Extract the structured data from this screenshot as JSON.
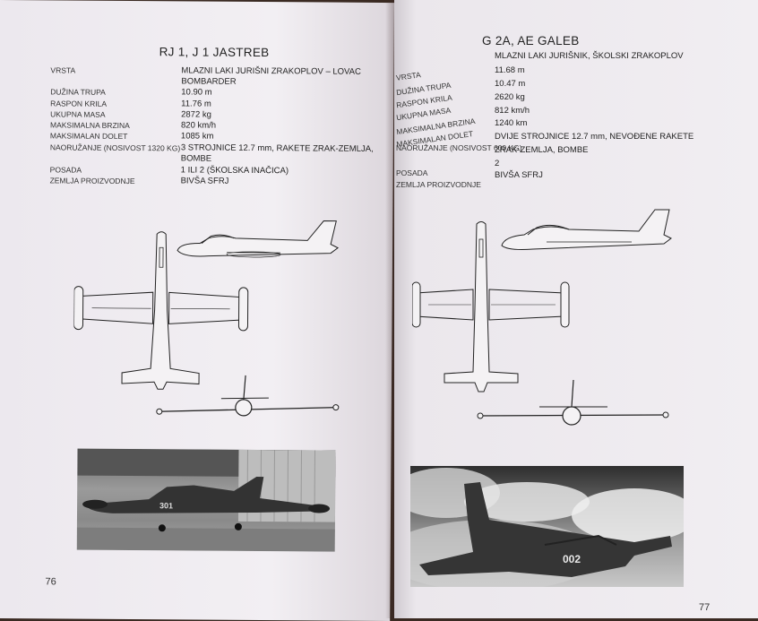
{
  "left_page": {
    "title": "RJ 1, J 1 JASTREB",
    "specs": [
      {
        "label": "VRSTA",
        "value": "MLAZNI LAKI JURIŠNI ZRAKOPLOV – LOVAC"
      },
      {
        "label": "",
        "value": "BOMBARDER"
      },
      {
        "label": "DUŽINA TRUPA",
        "value": "10.90 m"
      },
      {
        "label": "RASPON KRILA",
        "value": "11.76 m"
      },
      {
        "label": "UKUPNA MASA",
        "value": "2872 kg"
      },
      {
        "label": "MAKSIMALNA BRZINA",
        "value": "820 km/h"
      },
      {
        "label": "MAKSIMALAN DOLET",
        "value": "1085 km"
      },
      {
        "label": "NAORUŽANJE (NOSIVOST 1320 kg)",
        "value": "3 STROJNICE 12.7 mm, RAKETE ZRAK-ZEMLJA,"
      },
      {
        "label": "",
        "value": "BOMBE"
      },
      {
        "label": "POSADA",
        "value": "1 ILI 2 (ŠKOLSKA INAČICA)"
      },
      {
        "label": "ZEMLJA PROIZVODNJE",
        "value": "BIVŠA SFRJ"
      }
    ],
    "photo_marking": "301",
    "page_number": "76"
  },
  "right_page": {
    "title": "G 2A, AE GALEB",
    "specs": [
      {
        "label": "",
        "value": "MLAZNI LAKI JURIŠNIK, ŠKOLSKI ZRAKOPLOV"
      },
      {
        "label": "VRSTA",
        "value": "11.68 m"
      },
      {
        "label": "DUŽINA TRUPA",
        "value": "10.47 m"
      },
      {
        "label": "RASPON KRILA",
        "value": "2620 kg"
      },
      {
        "label": "UKUPNA MASA",
        "value": "812 km/h"
      },
      {
        "label": "MAKSIMALNA BRZINA",
        "value": "1240 km"
      },
      {
        "label": "MAKSIMALAN DOLET",
        "value": "DVIJE STROJNICE 12.7 mm, NEVOĐENE RAKETE"
      },
      {
        "label": "NAORUŽANJE (NOSIVOST 600 kg)",
        "value": "ZRAK-ZEMLJA, BOMBE"
      },
      {
        "label": "",
        "value": "2"
      },
      {
        "label": "POSADA",
        "value": "BIVŠA SFRJ"
      },
      {
        "label": "ZEMLJA PROIZVODNJE",
        "value": ""
      }
    ],
    "photo_marking": "002",
    "page_number": "77"
  }
}
